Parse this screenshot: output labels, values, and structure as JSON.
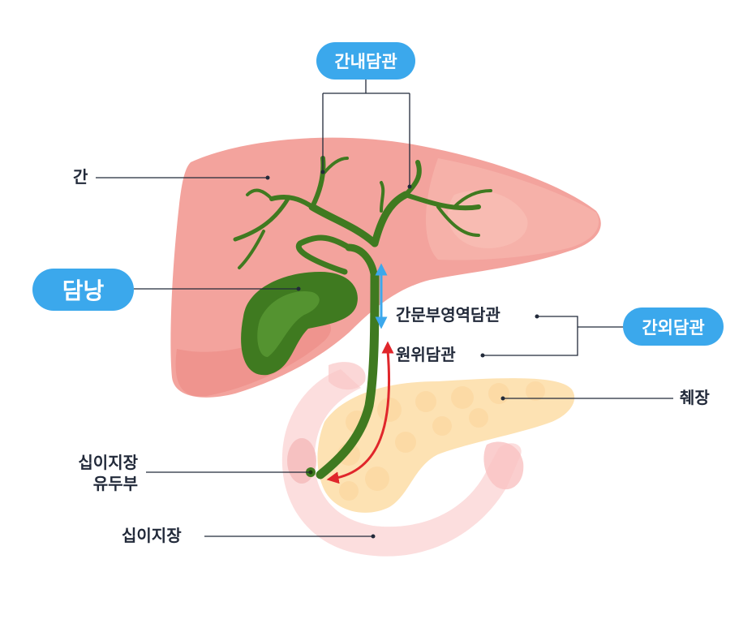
{
  "labels": {
    "intrahepatic_duct": "간내담관",
    "liver": "간",
    "gallbladder": "담낭",
    "perihilar_duct": "간문부영역담관",
    "distal_duct": "원위담관",
    "extrahepatic_duct": "간외담관",
    "pancreas": "췌장",
    "ampulla_line1": "십이지장",
    "ampulla_line2": "유두부",
    "duodenum": "십이지장"
  },
  "colors": {
    "pill": "#3ba8ec",
    "liver": "#f3a39d",
    "duct": "#3f7a20",
    "pancreas": "#fde2b3",
    "arrow_blue": "#3ba8ec",
    "arrow_red": "#e0262b"
  }
}
